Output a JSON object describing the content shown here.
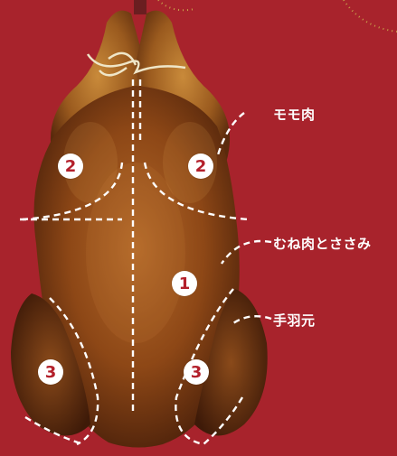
{
  "labels": {
    "momo": "モモ肉",
    "mune": "むね肉とささみ",
    "tebamoto": "手羽元"
  },
  "badges": {
    "momo_left": "2",
    "momo_right": "2",
    "mune": "1",
    "tebamoto_left": "3",
    "tebamoto_right": "3"
  },
  "colors": {
    "background": "#a8232c",
    "badge_fill": "#ffffff",
    "badge_text": "#b3202b",
    "dash_line": "#ffffff"
  }
}
